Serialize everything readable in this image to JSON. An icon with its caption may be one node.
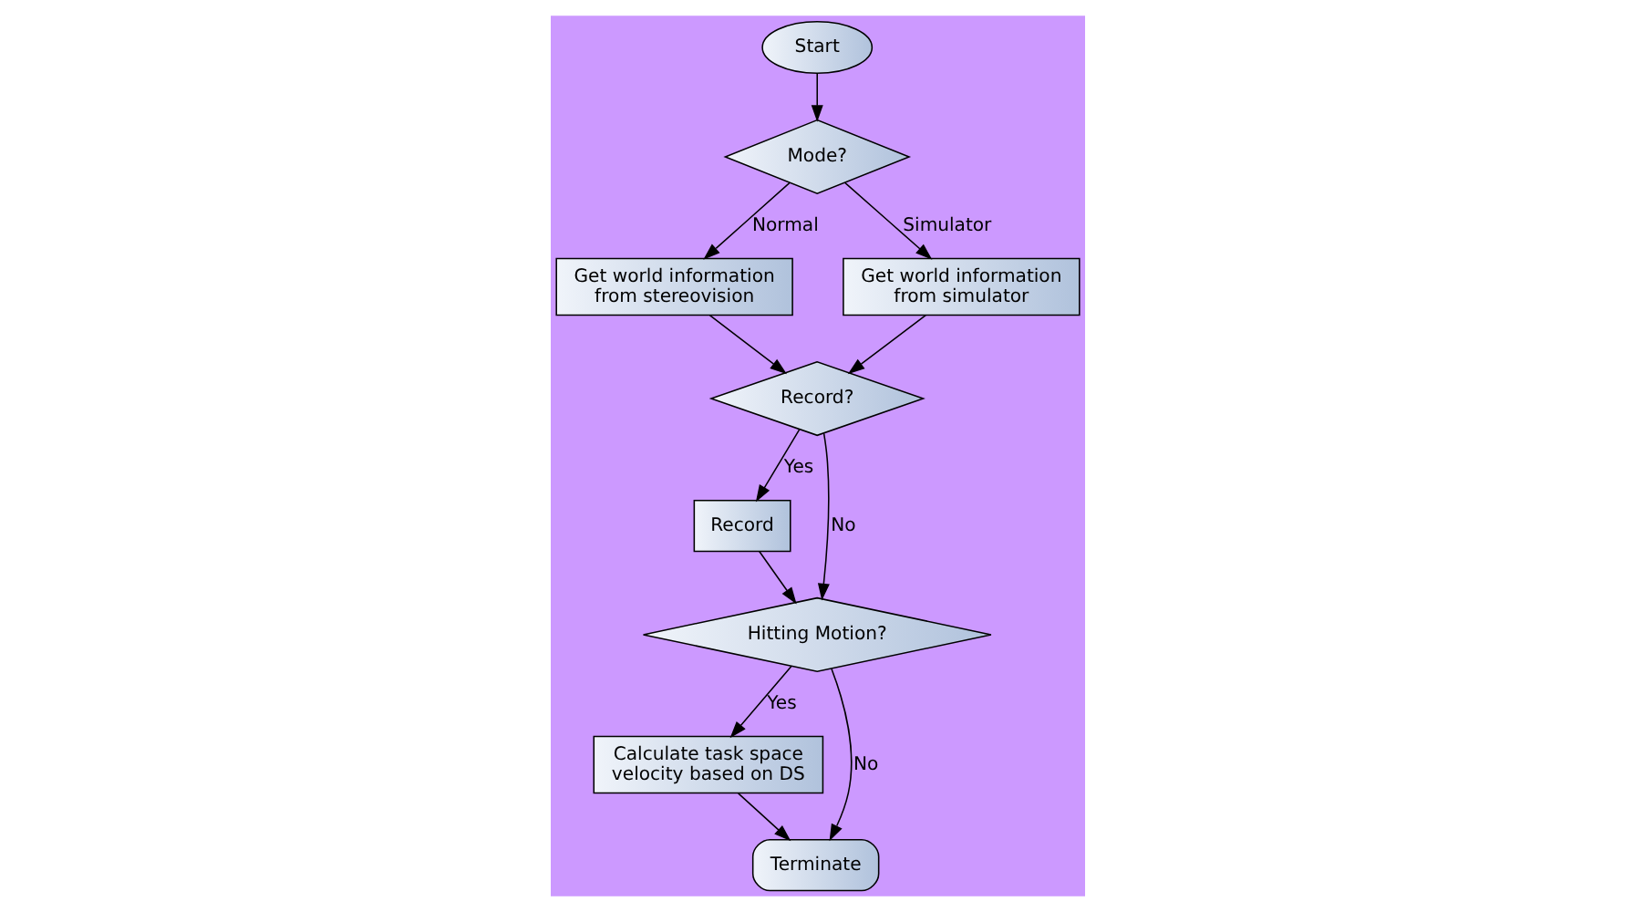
{
  "diagram": {
    "nodes": [
      {
        "text": [
          "Start"
        ]
      },
      {
        "text": [
          "Mode?"
        ]
      },
      {
        "text": [
          "Get world information from stereovision"
        ]
      },
      {
        "text": [
          "Get world information from simulator"
        ]
      },
      {
        "text": [
          "Record?"
        ]
      },
      {
        "text": [
          "Record"
        ]
      },
      {
        "text": [
          "Hitting Motion?"
        ]
      },
      {
        "text": [
          "Calculate task space velocity based on DS"
        ]
      },
      {
        "text": [
          "Terminate"
        ]
      }
    ],
    "edges": [
      {
        "from": 0,
        "to": 1,
        "arrow": "to"
      },
      {
        "from": 1,
        "to": 2,
        "arrow": "to",
        "label": "Normal"
      },
      {
        "from": 1,
        "to": 3,
        "arrow": "to",
        "label": "Simulator"
      },
      {
        "from": 2,
        "to": 4,
        "arrow": "to"
      },
      {
        "from": 3,
        "to": 4,
        "arrow": "to"
      },
      {
        "from": 4,
        "to": 5,
        "arrow": "to",
        "label": "Yes"
      },
      {
        "from": 4,
        "to": 6,
        "arrow": "to",
        "label": "No"
      },
      {
        "from": 5,
        "to": 6,
        "arrow": "to"
      },
      {
        "from": 6,
        "to": 7,
        "arrow": "to",
        "label": "Yes"
      },
      {
        "from": 6,
        "to": 8,
        "arrow": "to",
        "label": "No"
      },
      {
        "from": 7,
        "to": 8,
        "arrow": "to"
      }
    ]
  }
}
